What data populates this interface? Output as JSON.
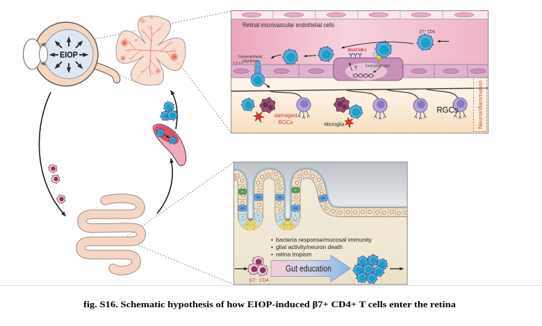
{
  "eye": {
    "label": "EIOP"
  },
  "top": {
    "title": "Retinal microvascular endothelial cells",
    "cd4": "β7⁺ CD4",
    "madcam": "MAdCAM-1",
    "transcriptomic": "Transcriptomic signal",
    "transmig1": "Transendothelial",
    "transmig2": "migration",
    "damaged1": "damaged",
    "damaged2": "RGCs",
    "microglia": "Microglia",
    "rgcs": "RGCs",
    "neuro": "Neuroinflammation"
  },
  "bottom": {
    "bullets": [
      "bacteria response/mucosal immunity",
      "glial activity/neuron death",
      "retina tropism"
    ],
    "arrow": "Gut education",
    "cd4": "β7⁻ CD4"
  },
  "caption": "fig. S16. Schematic hypothesis of how EIOP-induced β7+ CD4+ T cells enter the retina",
  "colors": {
    "tcell_body": "#58aadd",
    "tcell_nucleus": "#12a4c4",
    "madcam_red": "#c43a52",
    "neuro_orange": "#cf4a28",
    "vessel_pink": "#eb9fb5",
    "cream": "#f7dcc0",
    "gut_beige": "#f0ead9",
    "rgc_purple": "#b5a6d6",
    "damaged_maroon": "#a05177",
    "microglia_red": "#e23a2c"
  }
}
